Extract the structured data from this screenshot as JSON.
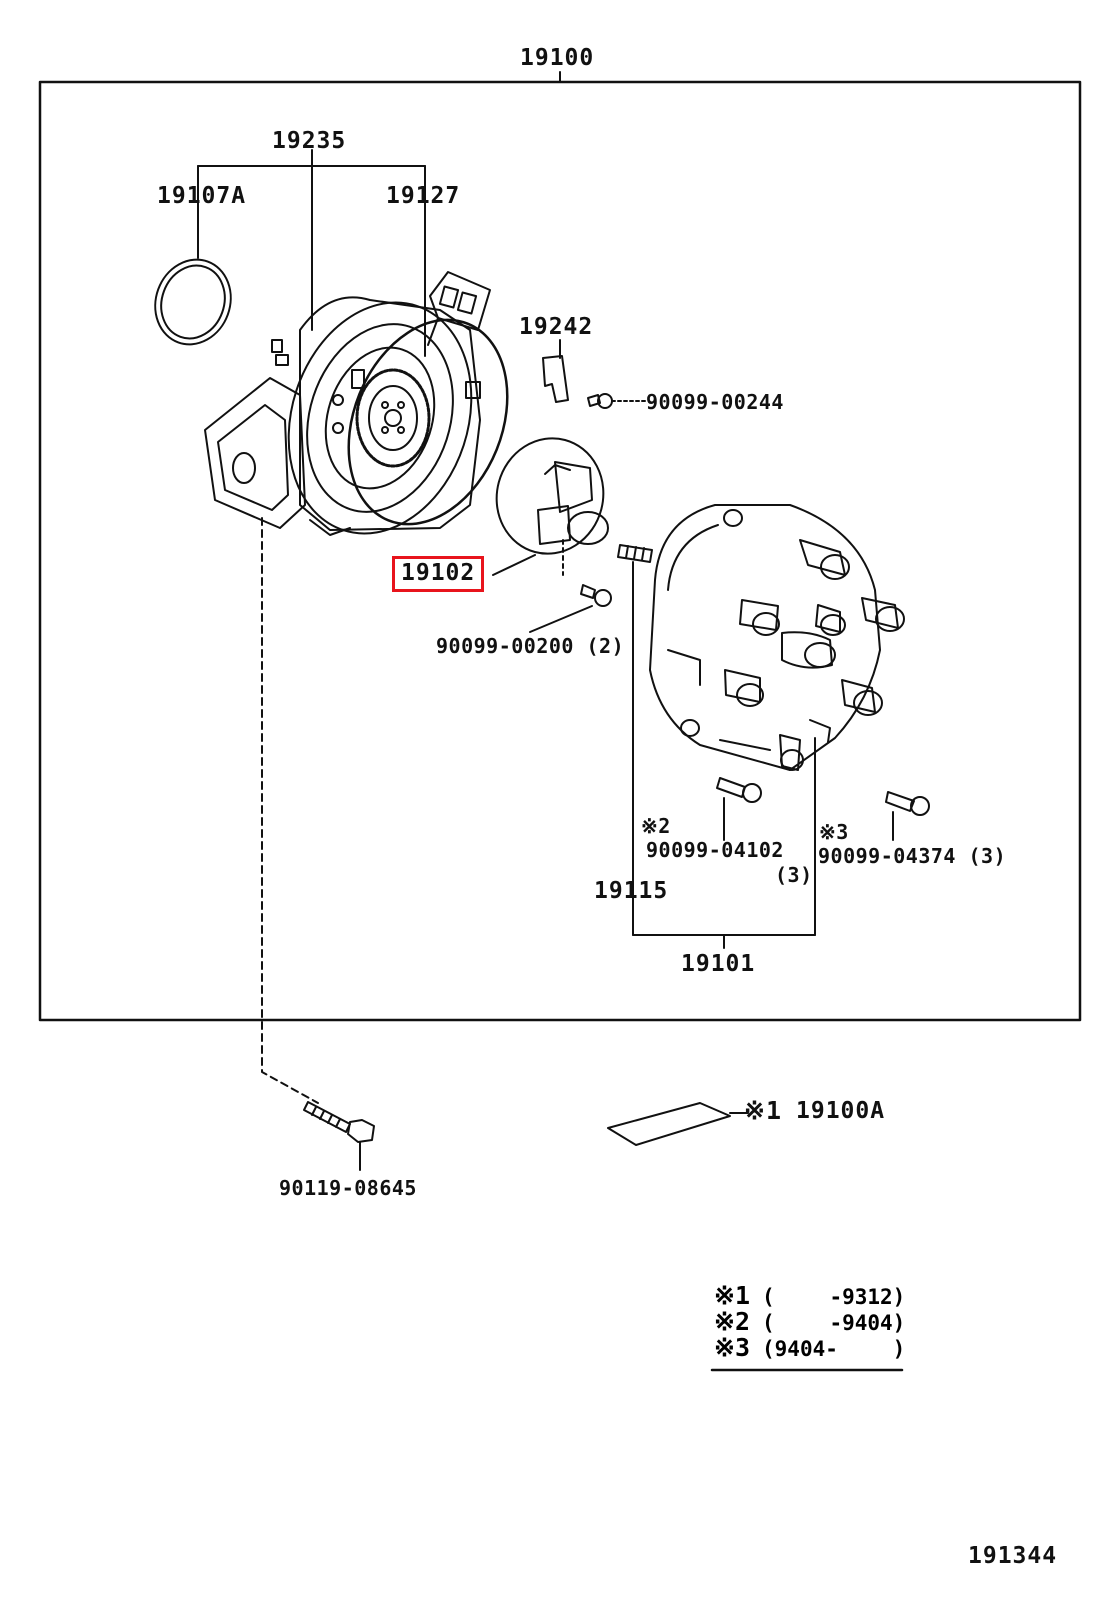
{
  "highlight_color": "#e8141c",
  "labels": {
    "assembly": "19100",
    "p19235": "19235",
    "p19107a": "19107A",
    "p19127": "19127",
    "p19242": "19242",
    "b90099_00244": "90099-00244",
    "p19102": "19102",
    "b90099_00200": "90099-00200 (2)",
    "mark2": "※2",
    "b90099_04102": "90099-04102",
    "qty3_a": "(3)",
    "mark3": "※3",
    "b90099_04374": "90099-04374 (3)",
    "p19115": "19115",
    "p19101": "19101",
    "b90119_08645": "90119-08645",
    "mark1": "※1",
    "p19100a": "19100A",
    "figure_id": "191344"
  },
  "notes": [
    {
      "mark": "※1",
      "open": "(",
      "range": "-9312",
      "close": ")"
    },
    {
      "mark": "※2",
      "open": "(",
      "range": "-9404",
      "close": ")"
    },
    {
      "mark": "※3",
      "open": "(",
      "range": "9404-",
      "close": ")"
    }
  ],
  "highlighted_part": "19102"
}
